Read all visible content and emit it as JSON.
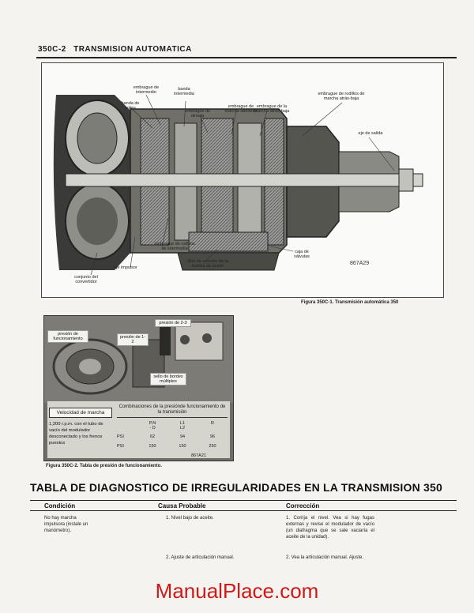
{
  "header": {
    "page_number": "350C-2",
    "section_title": "TRANSMISION AUTOMATICA"
  },
  "figure1": {
    "labels": {
      "embrague_intermedio": "embrague de intermedio",
      "banda_sobre": "banda de sobre",
      "banda_intermedia": "banda intermedia",
      "embrague_directa": "embrague de directa",
      "embrague_marcha_adelante": "embrague de marcha adelante",
      "embrague_marcha_atras_baja": "embrague de la marcha atrás-baja",
      "embrague_rodillos_atras_baja": "embrague de rodillos de marcha atrás-baja",
      "eje_salida": "eje de salida",
      "embrague_rodillos_intermedia": "embrague de rodillos de intermedia",
      "eje_impulsor": "eje impulsor",
      "filtro_succion": "filtro de succión de la bomba de aceite",
      "caja_valvulas": "caja de válvulas",
      "conjunto_convertidor": "conjunto del convertidor",
      "code": "867A29"
    },
    "caption": "Figura 350C-1. Transmisión automática 350"
  },
  "figure2": {
    "labels": {
      "presion_funcionamiento": "presión de funcionamiento",
      "presion_1_2": "presión de 1-2",
      "presion_2_3": "presión de 2-3",
      "sello_bordes": "sello de bordes múltiples"
    },
    "velocidad_title": "Velocidad de marcha",
    "velocidad_text": "1,200 r.p.m. con el tubo de vacío del modulador desconectado y los frenos puestos",
    "comb_title": "Combinaciones de la presiónde funcionamiento de la transmisión",
    "col_headers": [
      "P,N",
      "L1",
      "R"
    ],
    "col_sub": [
      "- D",
      "L2",
      ""
    ],
    "rows": [
      {
        "label": "PSI",
        "values": [
          "62",
          "94",
          "96"
        ]
      },
      {
        "label": "PSI",
        "values": [
          "150",
          "150",
          "250"
        ]
      }
    ],
    "code": "867A21",
    "caption": "Figura 350C-2. Tabla de presión de funcionamiento."
  },
  "table": {
    "title": "TABLA DE DIAGNOSTICO DE IRREGULARIDADES EN LA TRANSMISION 350",
    "headers": {
      "condicion": "Condición",
      "causa": "Causa Probable",
      "correccion": "Corrección"
    },
    "condition": "No hay marcha impulsora (instale un manómetro).",
    "rows": [
      {
        "causa": "1.    Nivel bajo de aceite.",
        "correccion": "1.  Corrija el nivel. Vea si hay fugas externas y revise el modulador de vacío (un diafragma que se sale vaciaría el aceite de la unidad)."
      },
      {
        "causa": "2.    Ajuste de articulación manual.",
        "correccion": "2.  Vea la articulación manual. Ajuste."
      }
    ]
  },
  "watermark": "ManualPlace.com"
}
